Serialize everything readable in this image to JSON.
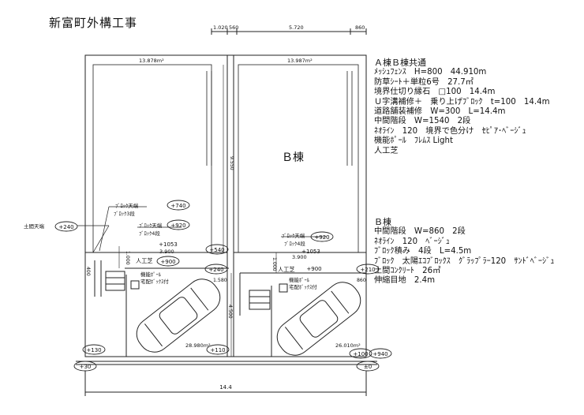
{
  "title": "新富町外構工事",
  "top_dims": [
    "1.020",
    "560",
    "5.720",
    "860"
  ],
  "bottom_dim": "14.4",
  "areas": {
    "a_top": "13.878m²",
    "b_top": "13.987m²",
    "a_bottom": "28.980m²",
    "b_bottom": "26.010m²"
  },
  "b_building_label": "Ｂ棟",
  "vertical_dims": {
    "v1": "9.550",
    "v2": "1.000",
    "v3": "4.500",
    "v4": "1.000",
    "v5": "400"
  },
  "horizontal_dims": {
    "h1": "1.580",
    "h2": "860"
  },
  "plan_labels": {
    "doma_tenba": "土間天端",
    "block_tenba_a": "ﾌﾞﾛｯｸ天端",
    "block3": "ﾌﾞﾛｯｸ3段",
    "block_tenba_a2": "ﾌﾞﾛｯｸ天端",
    "block4_a": "ﾌﾞﾛｯｸ4段",
    "dim_a": "3.900",
    "jinkoshiba_a": "人工芝",
    "kinou_pole_a": "機能ﾎﾟｰﾙ",
    "takuhai_a": "宅配ﾎﾞｯｸｽ付",
    "block_tenba_b": "ﾌﾞﾛｯｸ天端",
    "block4_b": "ﾌﾞﾛｯｸ4段",
    "dim_b": "3.900",
    "jinkoshiba_b": "人工芝",
    "kinou_pole_b": "機能ﾎﾟｰﾙ",
    "takuhai_b": "宅配ﾎﾞｯｸｽ付"
  },
  "levels": {
    "l_240_left": "+240",
    "l_740": "+740",
    "l_920_a": "+920",
    "l_1053_a": "+1053",
    "l_900_a": "+900",
    "l_540": "+540",
    "l_240_mid": "+240",
    "l_130": "+130",
    "l_110": "+110",
    "l_30": "+30",
    "l_920_b": "+920",
    "l_1053_b": "+1053",
    "l_900_b": "+900",
    "l_210": "+210",
    "l_0": "±0",
    "l_100": "+100",
    "l_940": "+940"
  },
  "notes_common": [
    "Ａ棟Ｂ棟共通",
    "ﾒｯｼｭﾌｪﾝｽ　H=800　44.910m",
    "防草ｼｰﾄ＋単粒6号　27.7㎡",
    "境界仕切り縁石　□100　14.4m",
    "Ｕ字溝補修＋　乗り上げﾌﾞﾛｯｸ　t=100　14.4m",
    "道路舗装補修　W=300　L=14.4m",
    "中間階段　W=1540　2段",
    "ﾈｵﾗｲﾝ　120　境界で色分け　ｾﾋﾟｱ･ﾍﾞｰｼﾞｭ",
    "機能ﾎﾟｰﾙ　ﾌﾚﾑｽ Light",
    "人工芝"
  ],
  "notes_b": [
    "Ｂ棟",
    "中間階段　W=860　2段",
    "ﾈｵﾗｲﾝ　120　ﾍﾞｰｼﾞｭ",
    "ﾌﾞﾛｯｸ積み　4段　L=4.5m",
    "ﾌﾞﾛｯｸ　太陽ｴｺﾌﾞﾛｯｸｽ　ｸﾞﾗｯﾌﾟﾗｰ120　ｻﾝﾄﾞﾍﾞｰｼﾞｭ",
    "土間ｺﾝｸﾘｰﾄ　26㎡",
    "伸縮目地　2.4m"
  ]
}
